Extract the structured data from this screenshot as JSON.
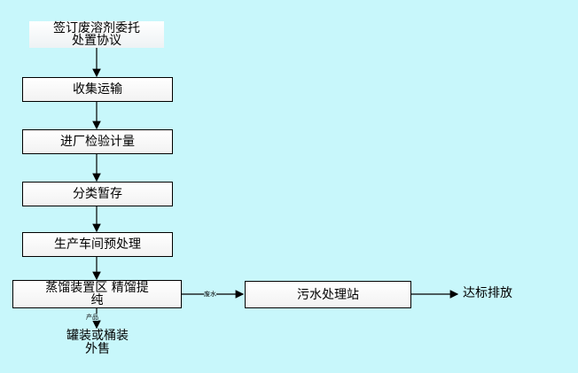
{
  "steps": {
    "sign_line1": "签订废溶剂委托",
    "sign_line2": "处置协议",
    "collect": "收集运输",
    "inspect": "进厂检验计量",
    "classify": "分类暂存",
    "pretreat": "生产车间预处理",
    "distill_line1": "蒸馏装置区 精馏提",
    "distill_line2": "纯",
    "wastewater_station": "污水处理站",
    "discharge": "达标排放",
    "sale_line1": "罐装或桶装",
    "sale_line2": "外售"
  },
  "edge_labels": {
    "wastewater": "废水",
    "product": "产品"
  }
}
